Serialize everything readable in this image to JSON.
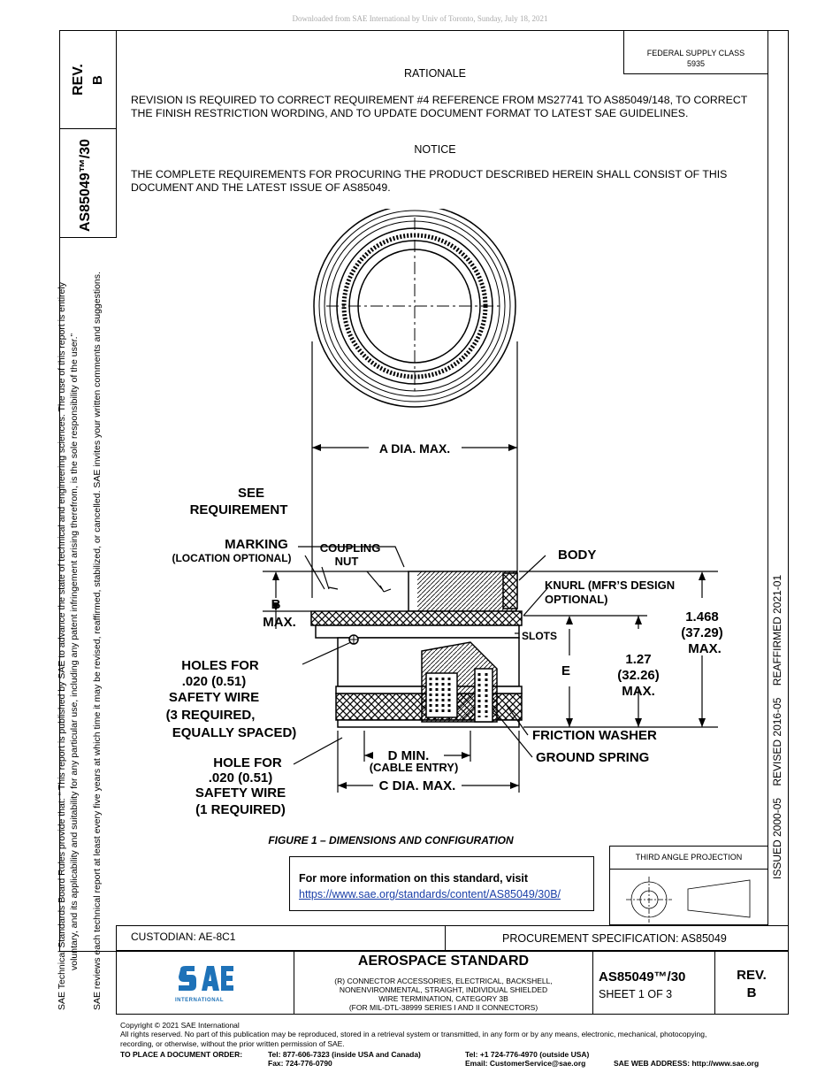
{
  "download_notice": "Downloaded from SAE International by Univ of Toronto, Sunday, July 18, 2021",
  "left_margin": {
    "rev_label": "REV.",
    "rev_value": "B",
    "doc_number": "AS85049™/30",
    "rules_line1": "SAE Technical Standards Board Rules provide that: “ This report is published by SAE to advance the state of technical and engineering sciences. The use of this report is entirely",
    "rules_line2": "voluntary, and its applicability and suitability for any particular use, including any patent infringement arising therefrom, is the sole responsibility of the user.”",
    "rules_line3": "SAE reviews each technical report at least every five years at which time it may be revised, reaffirmed, stabilized, or cancelled. SAE invites your written comments and suggestions."
  },
  "right_margin": {
    "history": "ISSUED 2000-05    REVISED 2016-05    REAFFIRMED 2021-01"
  },
  "federal_supply": {
    "label": "FEDERAL SUPPLY CLASS",
    "value": "5935"
  },
  "rationale": {
    "heading": "RATIONALE",
    "text": "REVISION IS REQUIRED TO CORRECT REQUIREMENT #4 REFERENCE FROM MS27741 TO AS85049/148, TO CORRECT THE FINISH RESTRICTION WORDING, AND TO UPDATE DOCUMENT FORMAT TO LATEST SAE GUIDELINES."
  },
  "notice": {
    "heading": "NOTICE",
    "text": "THE COMPLETE REQUIREMENTS FOR PROCURING THE PRODUCT DESCRIBED HEREIN SHALL CONSIST OF THIS DOCUMENT AND THE LATEST ISSUE OF AS85049."
  },
  "figure": {
    "caption": "FIGURE 1 – DIMENSIONS AND CONFIGURATION",
    "labels": {
      "a_dia": "A DIA. MAX.",
      "see": "SEE",
      "requirement": "REQUIREMENT",
      "marking": "MARKING",
      "location_optional": "(LOCATION OPTIONAL)",
      "coupling": "COUPLING",
      "nut": "NUT",
      "body": "BODY",
      "knurl1": "KNURL (MFR’S DESIGN",
      "knurl2": "OPTIONAL)",
      "b": "B",
      "max": "MAX.",
      "slots": "SLOTS",
      "dim1468": "1.468",
      "dim3729": "(37.29)",
      "max2": "MAX.",
      "e": "E",
      "dim127": "1.27",
      "dim3226": "(32.26)",
      "max3": "MAX.",
      "holes1": "HOLES FOR",
      "holes2": ".020 (0.51)",
      "holes3": "SAFETY WIRE",
      "holes4": "(3 REQUIRED,",
      "holes5": "EQUALLY SPACED)",
      "friction": "FRICTION WASHER",
      "ground": "GROUND SPRING",
      "dmin": "D MIN.",
      "cable": "(CABLE ENTRY)",
      "cdia": "C DIA. MAX.",
      "hole1": "HOLE FOR",
      "hole2": ".020 (0.51)",
      "hole3": "SAFETY WIRE",
      "hole4": "(1 REQUIRED)"
    }
  },
  "third_angle": {
    "label": "THIRD ANGLE PROJECTION"
  },
  "more_info": {
    "text": "For more information on this standard, visit",
    "url": "https://www.sae.org/standards/content/AS85049/30B/"
  },
  "title_block": {
    "custodian": "CUSTODIAN: AE-8C1",
    "procurement": "PROCUREMENT SPECIFICATION: AS85049",
    "logo_text": "INTERNATIONAL",
    "standard_type": "AEROSPACE STANDARD",
    "description_lines": [
      "(R) CONNECTOR ACCESSORIES, ELECTRICAL, BACKSHELL,",
      "NONENVIRONMENTAL, STRAIGHT, INDIVIDUAL SHIELDED",
      "WIRE TERMINATION, CATEGORY 3B",
      "(FOR MIL-DTL-38999 SERIES I AND II CONNECTORS)"
    ],
    "doc_number": "AS85049™/30",
    "sheet": "SHEET 1 OF 3",
    "rev_label": "REV.",
    "rev_value": "B"
  },
  "footer": {
    "copyright": "Copyright © 2021 SAE International",
    "rights1": "All rights reserved. No part of this publication may be reproduced, stored in a retrieval system or transmitted, in any form or by any means, electronic, mechanical, photocopying,",
    "rights2": "recording, or otherwise, without the prior written permission of SAE.",
    "order_label": "TO PLACE A DOCUMENT ORDER:",
    "tel_usa": "Tel: 877-606-7323 (inside USA and Canada)",
    "fax": "Fax: 724-776-0790",
    "tel_outside": "Tel: +1 724-776-4970 (outside USA)",
    "email": "Email: CustomerService@sae.org",
    "web": "SAE WEB ADDRESS: http://www.sae.org"
  }
}
